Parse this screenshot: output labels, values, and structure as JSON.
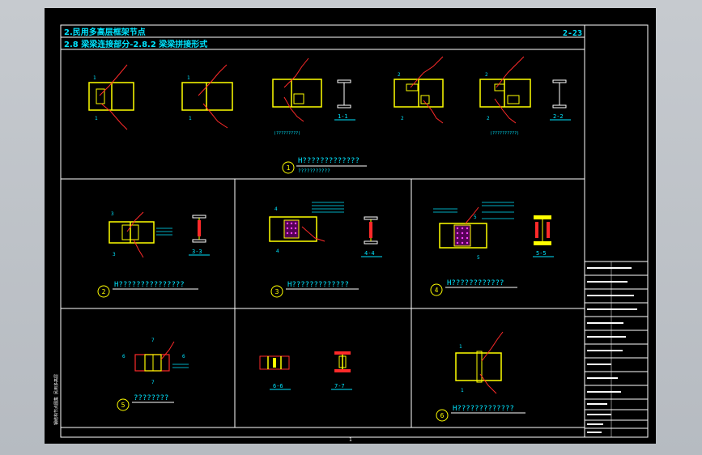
{
  "header": {
    "title_1": "2.民用多高层框架节点",
    "title_2": "2.8 梁梁连接部分-2.8.2 梁梁拼接形式",
    "sheet_number": "2-23"
  },
  "panels": [
    {
      "id": "1",
      "number": "1",
      "caption": "H?????????????",
      "subcaption": "???????????"
    },
    {
      "id": "2",
      "number": "2",
      "caption": "H???????????????"
    },
    {
      "id": "3",
      "number": "3",
      "caption": "H?????????????"
    },
    {
      "id": "4",
      "number": "4",
      "caption": "H????????????"
    },
    {
      "id": "5",
      "number": "5",
      "caption": "????????"
    },
    {
      "id": "6",
      "number": "6",
      "caption": "H?????????????"
    }
  ],
  "section_labels": [
    "1-1",
    "2-2",
    "3-3",
    "4-4",
    "5-5",
    "6-6",
    "7-7"
  ],
  "panel1_annotations": [
    "(?????????)",
    "(??????????)"
  ],
  "colors": {
    "sheet_bg": "#000000",
    "frame": "#ffffff",
    "member": "#ffff00",
    "dimension": "#ff2a2a",
    "text": "#00e5ff",
    "bolts": "#ff44ff"
  },
  "page_footer": "1",
  "side_label": "钢结构节点图集 民用多高层"
}
